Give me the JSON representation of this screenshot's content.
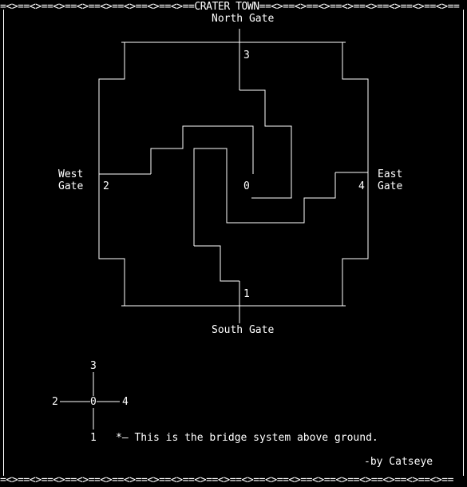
{
  "map": {
    "title": "CRATER TOWN",
    "border_top": "=<>==<>==<>==<>==<>==<>==<>==<>==CRATER TOWN==<>==<>==<>==<>==<>==<>==<>==<>==",
    "border_bottom": "=<>==<>==<>==<>==<>==<>==<>==<>==<>==<>==<>==<>==<>==<>==<>==<>==<>==<>==<>==",
    "gates": {
      "north": "North Gate",
      "south": "South Gate",
      "west": [
        "West",
        "Gate"
      ],
      "east": [
        "East",
        "Gate"
      ]
    },
    "nodes": [
      "0",
      "1",
      "2",
      "3",
      "4"
    ]
  },
  "legend": {
    "compass_labels": {
      "top": "3",
      "left": "2",
      "center": "0",
      "right": "4",
      "bottom": "1"
    },
    "note": "*— This is the bridge system above ground.",
    "credit": "-by Catseye"
  }
}
